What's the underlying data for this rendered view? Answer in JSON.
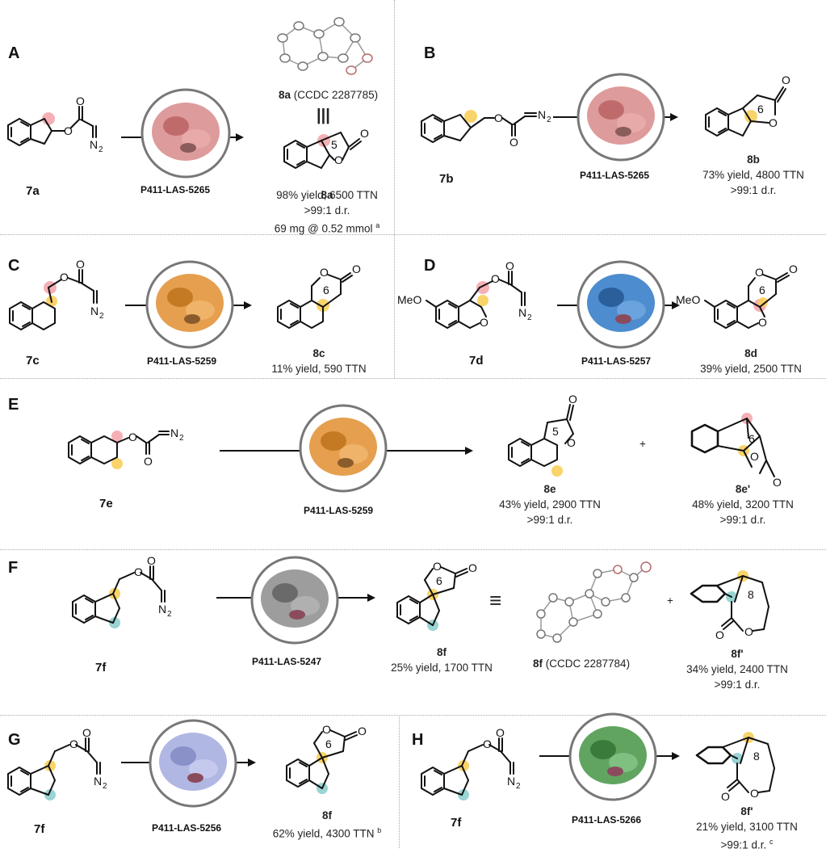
{
  "panels": {
    "A": {
      "letter": "A",
      "substrate": "7a",
      "enzyme": "P411-LAS-5265",
      "ring": "5",
      "crystal_label_bold": "8a",
      "crystal_label_rest": " (CCDC 2287785)",
      "product": "8a",
      "line1": "98% yield, 6500 TTN",
      "line2": ">99:1 d.r.",
      "line3": "69 mg @ 0.52 mmol",
      "footnote": "a",
      "equiv_symbol": "|||"
    },
    "B": {
      "letter": "B",
      "substrate": "7b",
      "enzyme": "P411-LAS-5265",
      "ring": "6",
      "product": "8b",
      "line1": "73% yield, 4800 TTN",
      "line2": ">99:1 d.r."
    },
    "C": {
      "letter": "C",
      "substrate": "7c",
      "enzyme": "P411-LAS-5259",
      "ring": "6",
      "product": "8c",
      "line1": "11% yield, 590 TTN"
    },
    "D": {
      "letter": "D",
      "substrate": "7d",
      "enzyme": "P411-LAS-5257",
      "ring": "6",
      "product": "8d",
      "line1": "39% yield, 2500 TTN",
      "meo": "MeO"
    },
    "E": {
      "letter": "E",
      "substrate": "7e",
      "enzyme": "P411-LAS-5259",
      "ring1": "5",
      "ring2": "6",
      "product1": "8e",
      "p1_line1": "43% yield, 2900 TTN",
      "p1_line2": ">99:1 d.r.",
      "plus": "+",
      "product2": "8e'",
      "p2_line1": "48% yield, 3200 TTN",
      "p2_line2": ">99:1 d.r."
    },
    "F": {
      "letter": "F",
      "substrate": "7f",
      "enzyme": "P411-LAS-5247",
      "ring1": "6",
      "ring2": "8",
      "product1": "8f",
      "p1_line1": "25% yield, 1700 TTN",
      "crystal_label_bold": "8f",
      "crystal_label_rest": " (CCDC 2287784)",
      "equiv_symbol": "≡",
      "plus": "+",
      "product2": "8f'",
      "p2_line1": "34% yield, 2400 TTN",
      "p2_line2": ">99:1 d.r."
    },
    "G": {
      "letter": "G",
      "substrate": "7f",
      "enzyme": "P411-LAS-5256",
      "ring": "6",
      "product": "8f",
      "line1": "62% yield, 4300 TTN",
      "footnote": "b"
    },
    "H": {
      "letter": "H",
      "substrate": "7f",
      "enzyme": "P411-LAS-5266",
      "ring": "8",
      "product": "8f'",
      "line1": "21% yield, 3100 TTN",
      "line2": ">99:1 d.r.",
      "footnote": "c"
    }
  },
  "chem": {
    "o": "O",
    "n2": "N",
    "n2_sub": "2"
  },
  "colors": {
    "pink_site": "#f4a7ae",
    "yellow_site": "#f8cf5a",
    "teal_site": "#8fcfcf",
    "enzyme_pink": "#d88a8a",
    "enzyme_orange": "#e2953b",
    "enzyme_blue": "#3a7fc9",
    "enzyme_gray": "#8c8c8c",
    "enzyme_lavender": "#a9afe0",
    "enzyme_green": "#4f9a4f",
    "circle_ring": "#777777"
  }
}
